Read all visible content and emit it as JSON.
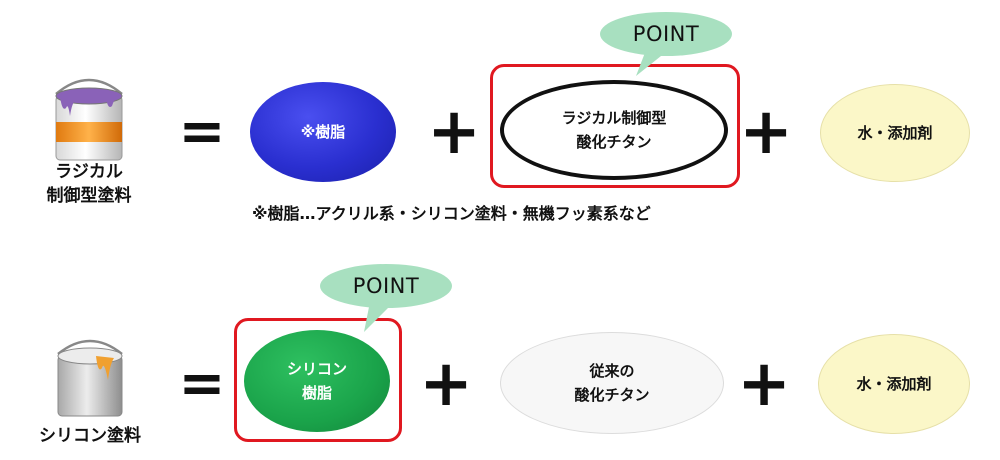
{
  "row1": {
    "can_label_line1": "ラジカル",
    "can_label_line2": "制御型塗料",
    "equals": "=",
    "resin": "※樹脂",
    "plus1": "+",
    "titanium": "ラジカル制御型\n酸化チタン",
    "plus2": "+",
    "water": "水・添加剤",
    "point": "POINT",
    "note": "※樹脂…アクリル系・シリコン塗料・無機フッ素系など"
  },
  "row2": {
    "can_label": "シリコン塗料",
    "equals": "=",
    "resin": "シリコン\n樹脂",
    "plus1": "+",
    "titanium": "従来の\n酸化チタン",
    "plus2": "+",
    "water": "水・添加剤",
    "point": "POINT"
  },
  "colors": {
    "resin_blue": "#2a2fd0",
    "resin_green": "#1aa34a",
    "water_yellow": "#fbf7c8",
    "point_bubble": "#a8e0c0",
    "highlight_red": "#e01820"
  },
  "icons": [
    "orange-paint-can-icon",
    "silver-paint-can-icon",
    "speech-bubble-icon"
  ]
}
